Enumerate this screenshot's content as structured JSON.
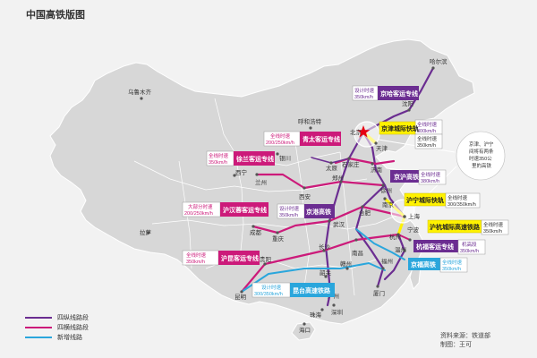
{
  "title": "中国高铁版图",
  "colors": {
    "land": "#d7d7d7",
    "border": "#ffffff",
    "four_vertical": "#6b2d91",
    "four_horizontal": "#cc1a7a",
    "new_line": "#2aa6dc",
    "yellow": "#fff200",
    "capital_star": "#e60012"
  },
  "cities": [
    {
      "id": "haerbin",
      "name": "哈尔滨"
    },
    {
      "id": "wulumuqi",
      "name": "乌鲁木齐"
    },
    {
      "id": "shenyang",
      "name": "沈阳"
    },
    {
      "id": "huhehaote",
      "name": "呼和浩特"
    },
    {
      "id": "beijing",
      "name": "北京"
    },
    {
      "id": "tianjin",
      "name": "天津"
    },
    {
      "id": "taiyuan",
      "name": "太原"
    },
    {
      "id": "shijiazhuang",
      "name": "石家庄"
    },
    {
      "id": "jinan",
      "name": "济南"
    },
    {
      "id": "yinchuan",
      "name": "银川"
    },
    {
      "id": "xining",
      "name": "西宁"
    },
    {
      "id": "lanzhou",
      "name": "兰州"
    },
    {
      "id": "zhengzhou",
      "name": "郑州"
    },
    {
      "id": "xian",
      "name": "西安"
    },
    {
      "id": "xuzhou",
      "name": "徐州"
    },
    {
      "id": "nanjing",
      "name": "南京"
    },
    {
      "id": "hefei",
      "name": "合肥"
    },
    {
      "id": "shanghai",
      "name": "上海"
    },
    {
      "id": "hangzhou",
      "name": "杭州"
    },
    {
      "id": "ningbo",
      "name": "宁波"
    },
    {
      "id": "wuhan",
      "name": "武汉"
    },
    {
      "id": "chengdu",
      "name": "成都"
    },
    {
      "id": "chongqing",
      "name": "重庆"
    },
    {
      "id": "lasa",
      "name": "拉萨"
    },
    {
      "id": "changsha",
      "name": "长沙"
    },
    {
      "id": "nanchang",
      "name": "南昌"
    },
    {
      "id": "fuzhou",
      "name": "福州"
    },
    {
      "id": "xiamen",
      "name": "厦门"
    },
    {
      "id": "guiyang",
      "name": "贵阳"
    },
    {
      "id": "kunming",
      "name": "昆明"
    },
    {
      "id": "guangzhou",
      "name": "广州"
    },
    {
      "id": "shenzhen",
      "name": "深圳"
    },
    {
      "id": "zhuhai",
      "name": "珠海"
    },
    {
      "id": "haikou",
      "name": "海口"
    },
    {
      "id": "ganzhou",
      "name": "赣州"
    },
    {
      "id": "shaoguan",
      "name": "韶关"
    },
    {
      "id": "wenzhou",
      "name": "温州"
    }
  ],
  "route_labels": [
    {
      "id": "jingha",
      "speed_lines": [
        "设计时速",
        "350km/h"
      ],
      "name": "京哈客运专线",
      "style": "purple",
      "current_lines": [
        "全线时速",
        "300km/h"
      ]
    },
    {
      "id": "jingjin",
      "name": "京津城际快轨",
      "style": "yellow",
      "current_lines": [
        "全线时速",
        "350km/h"
      ]
    },
    {
      "id": "qingtai",
      "speed_lines": [
        "全线时速",
        "200/250km/h"
      ],
      "name": "青太客运专线",
      "style": "magenta"
    },
    {
      "id": "xulan",
      "speed_lines": [
        "全线时速",
        "350km/h"
      ],
      "name": "徐兰客运专线",
      "style": "magenta"
    },
    {
      "id": "jinghu",
      "name": "京沪高铁",
      "style": "purple",
      "current_lines": [
        "全线时速",
        "380km/h"
      ]
    },
    {
      "id": "huning",
      "name": "沪宁城际快轨",
      "style": "yellow",
      "current_lines": [
        "全线时速",
        "300/350km/h"
      ]
    },
    {
      "id": "hurong",
      "speed_lines": [
        "大部分时速",
        "200/250km/h"
      ],
      "name": "沪汉蓉客运专线",
      "style": "magenta"
    },
    {
      "id": "jinggang",
      "speed_lines": [
        "设计时速",
        "350km/h"
      ],
      "name": "京港高铁",
      "style": "purple"
    },
    {
      "id": "huhang",
      "name": "沪杭城际高速铁路",
      "style": "yellow",
      "current_lines": [
        "全线时速",
        "350km/h"
      ]
    },
    {
      "id": "hukun",
      "speed_lines": [
        "全线时速",
        "350km/h"
      ],
      "name": "沪昆客运专线",
      "style": "magenta"
    },
    {
      "id": "jifu",
      "name": "杭福客运专线",
      "style": "purple",
      "current_lines": [
        "机高段",
        "350km/h"
      ]
    },
    {
      "id": "jingfu",
      "name": "京福高铁",
      "style": "blue",
      "current_lines": [
        "全线时速",
        "350km/h"
      ]
    },
    {
      "id": "kuntai",
      "speed_lines": [
        "设计时速",
        "300/350km/h"
      ],
      "name": "昆台高速铁路",
      "style": "blue"
    }
  ],
  "note_lines": [
    "京津、沪宁",
    "间将有两条",
    "时速350公",
    "里的高铁"
  ],
  "legend": [
    {
      "label": "四纵线路段",
      "color": "#6b2d91"
    },
    {
      "label": "四横线路段",
      "color": "#cc1a7a"
    },
    {
      "label": "新增线路",
      "color": "#2aa6dc"
    }
  ],
  "credits": {
    "source": "资料来源：铁道部",
    "author": "制图：王可"
  }
}
